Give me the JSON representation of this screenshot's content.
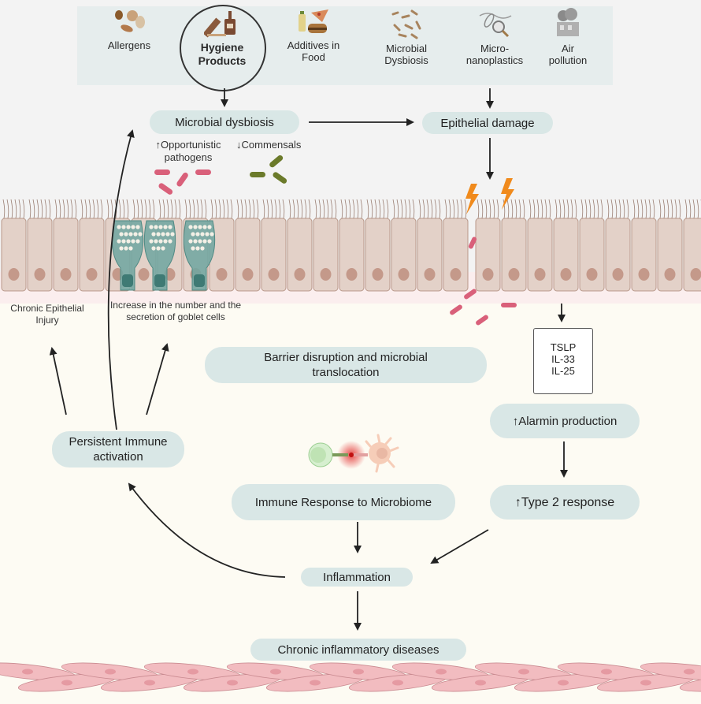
{
  "exposome": {
    "items": [
      {
        "label": "Allergens",
        "icon": "allergens-icon"
      },
      {
        "label": "Hygiene Products",
        "icon": "hygiene-products-icon",
        "highlighted": true
      },
      {
        "label": "Additives in Food",
        "icon": "food-additives-icon"
      },
      {
        "label": "Microbial Dysbiosis",
        "icon": "microbes-icon"
      },
      {
        "label": "Micro-nanoplastics",
        "icon": "microplastics-icon"
      },
      {
        "label": "Air pollution",
        "icon": "air-pollution-icon"
      }
    ]
  },
  "nodes": {
    "microbial_dysbiosis": "Microbial dysbiosis",
    "epithelial_damage": "Epithelial damage",
    "opportunistic": "↑Opportunistic pathogens",
    "commensals": "↓Commensals",
    "chronic_injury": "Chronic Epithelial Injury",
    "goblet": "Increase in the number and the secretion of goblet cells",
    "barrier": "Barrier disruption and microbial translocation",
    "alarmins_box": [
      "TSLP",
      "IL-33",
      "IL-25"
    ],
    "alarmin_production": "↑Alarmin production",
    "type2": "↑Type 2 response",
    "persistent": "Persistent Immune activation",
    "immune_response": "Immune Response to Microbiome",
    "inflammation": "Inflammation",
    "chronic_diseases": "Chronic inflammatory diseases"
  },
  "colors": {
    "pill": "#d9e7e6",
    "pathogen": "#d9607a",
    "commensal": "#6b7a2a",
    "lightning": "#f08a1c",
    "epithelial_cell": "#e3d1c8",
    "goblet_cell": "#6fa6a0",
    "muscle": "#f2bcc0"
  }
}
